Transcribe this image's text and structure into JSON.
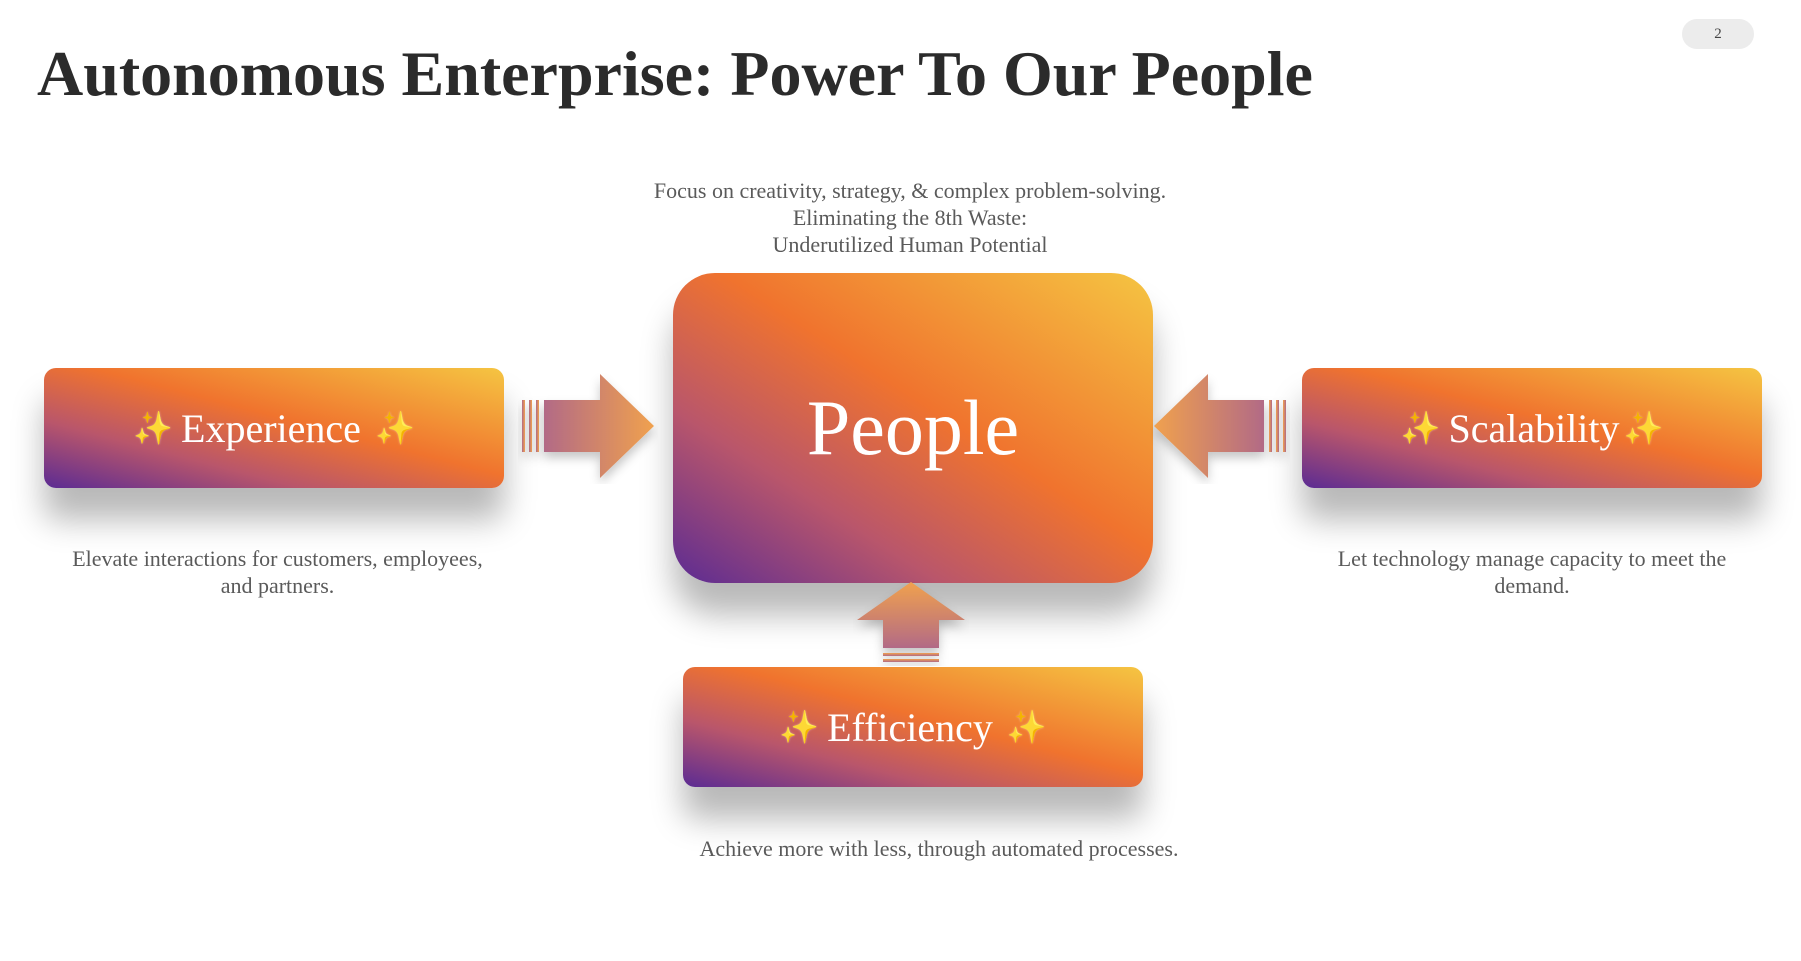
{
  "page_number": "2",
  "title": "Autonomous Enterprise: Power To Our People",
  "center": {
    "caption_lines": [
      "Focus on creativity, strategy, & complex problem-solving.",
      "Eliminating the 8th Waste:",
      "Underutilized Human Potential"
    ],
    "label": "People"
  },
  "pillars": {
    "experience": {
      "label": "Experience",
      "caption": "Elevate interactions for customers, employees, and partners."
    },
    "scalability": {
      "label": "Scalability",
      "caption": "Let technology manage capacity to meet the demand."
    },
    "efficiency": {
      "label": "Efficiency",
      "caption": "Achieve more with less, through automated processes."
    }
  },
  "icons": {
    "sparkle": "sparkles-icon",
    "arrow_right": "arrow-right-icon",
    "arrow_left": "arrow-left-icon",
    "arrow_up": "arrow-up-icon"
  },
  "colors": {
    "gradient_top": "#f5c542",
    "gradient_mid": "#f0732e",
    "gradient_bottom": "#5b2b93",
    "title": "#2b2b2b",
    "caption": "#5a5a5a"
  }
}
